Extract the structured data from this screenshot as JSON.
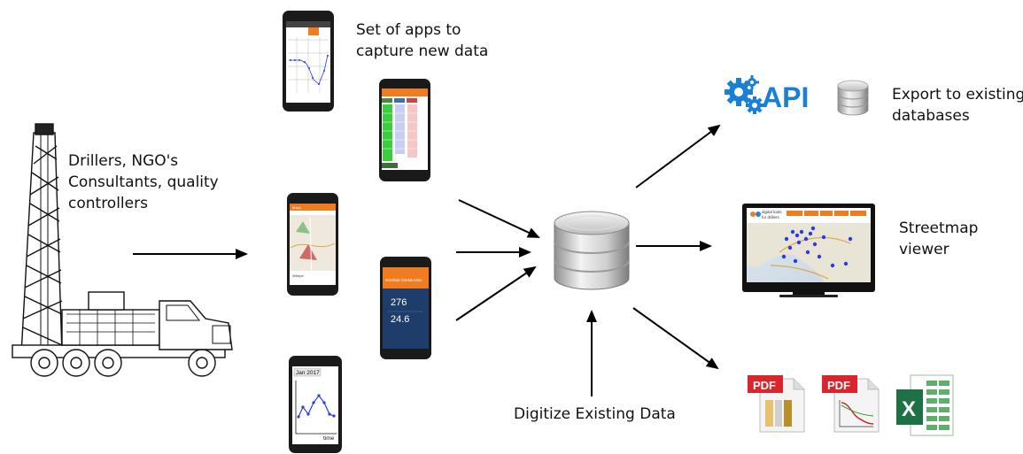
{
  "actors": {
    "line1": "Drillers, NGO's",
    "line2": "Consultants, quality",
    "line3": "controllers"
  },
  "apps": {
    "line1": "Set of apps to",
    "line2": "capture new data"
  },
  "export": {
    "api_label": "API",
    "line1": "Export to existing",
    "line2": "databases"
  },
  "viewer": {
    "line1": "Streetmap",
    "line2": "viewer"
  },
  "digitize": "Digitize Existing Data",
  "phones": {
    "gauge_title": "Borehole Construction",
    "gauge_value_1": "276",
    "gauge_value_2": "24.6",
    "graph_date": "Jan 2017",
    "graph_axis": "time",
    "map_tab": "Maps",
    "map_footer": "Whepe"
  },
  "monitor": {
    "brand_line1": "digital tools",
    "brand_line2": "for drillers"
  },
  "files": {
    "pdf_label_1": "PDF",
    "pdf_label_2": "PDF",
    "excel_letter": "X"
  },
  "colors": {
    "api_blue": "#1a7fd6",
    "pdf_red": "#d9262c",
    "excel_green": "#1e7145",
    "phone_orange": "#f07c22",
    "phone_navy": "#1f3d6b",
    "graph_blue": "#2b3be0"
  }
}
